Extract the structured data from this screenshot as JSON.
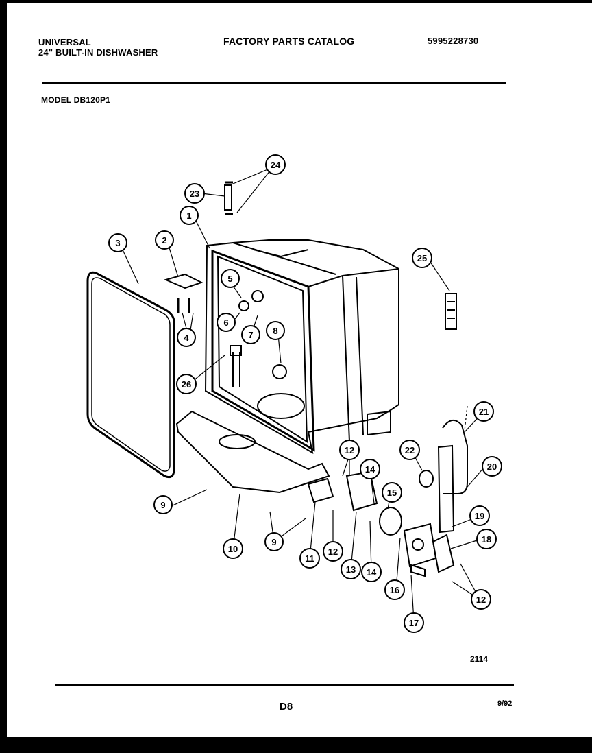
{
  "header": {
    "brand_line1": "UNIVERSAL",
    "brand_line2": "24\" BUILT-IN DISHWASHER",
    "catalog_title": "FACTORY PARTS CATALOG",
    "catalog_number": "5995228730",
    "model_label": "MODEL  DB120P1"
  },
  "footer": {
    "figure_number": "2114",
    "page_label": "D8",
    "date": "9/92"
  },
  "callouts": {
    "c1": "1",
    "c2": "2",
    "c3": "3",
    "c4": "4",
    "c5": "5",
    "c6": "6",
    "c7": "7",
    "c8": "8",
    "c9a": "9",
    "c9b": "9",
    "c10": "10",
    "c11": "11",
    "c12a": "12",
    "c12b": "12",
    "c12c": "12",
    "c13": "13",
    "c14a": "14",
    "c14b": "14",
    "c15": "15",
    "c16": "16",
    "c17": "17",
    "c18": "18",
    "c19": "19",
    "c20": "20",
    "c21": "21",
    "c22": "22",
    "c23": "23",
    "c24": "24",
    "c25": "25",
    "c26": "26"
  },
  "colors": {
    "ink": "#000000",
    "paper": "#ffffff",
    "frame": "#000000"
  }
}
